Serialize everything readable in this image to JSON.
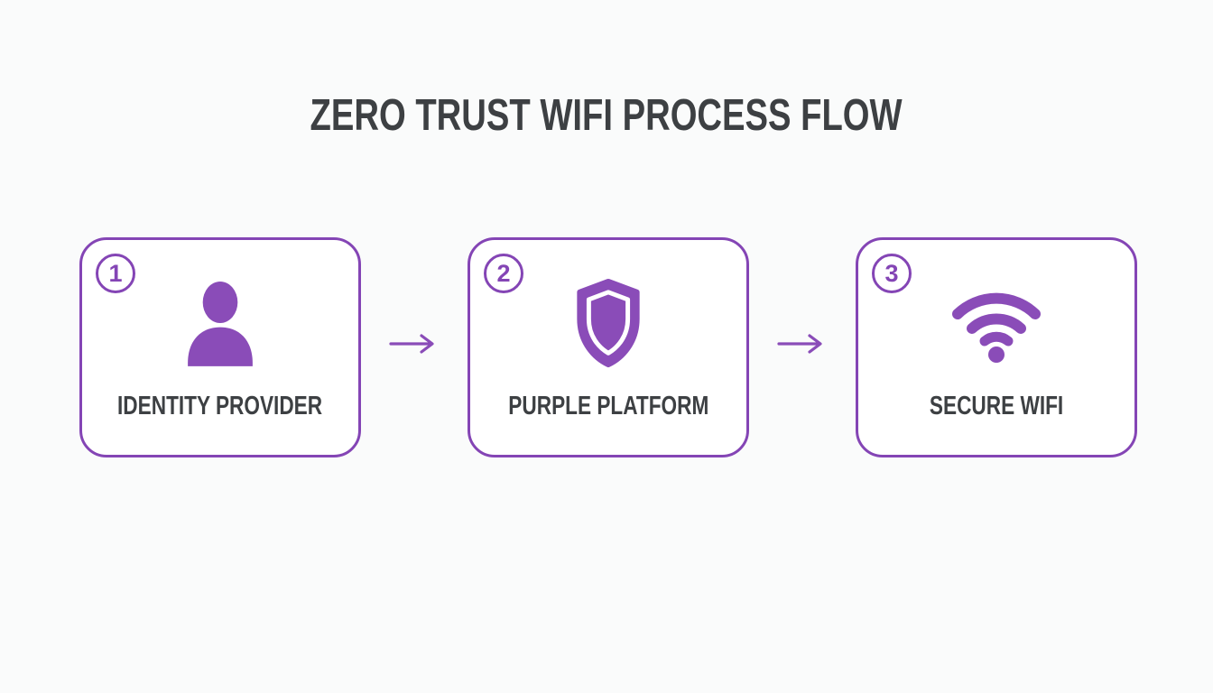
{
  "title": "ZERO TRUST WIFI PROCESS FLOW",
  "colors": {
    "accent_purple": "#8a4cb8",
    "border_purple": "#8445b5",
    "heading_text": "#3d4043",
    "background": "#fafbfb",
    "card_background": "#ffffff"
  },
  "steps": [
    {
      "number": "1",
      "label": "IDENTITY PROVIDER",
      "icon": "user-icon"
    },
    {
      "number": "2",
      "label": "PURPLE PLATFORM",
      "icon": "shield-icon"
    },
    {
      "number": "3",
      "label": "SECURE WIFI",
      "icon": "wifi-icon"
    }
  ],
  "connectors": [
    {
      "icon": "arrow-right-icon"
    },
    {
      "icon": "arrow-right-icon"
    }
  ]
}
